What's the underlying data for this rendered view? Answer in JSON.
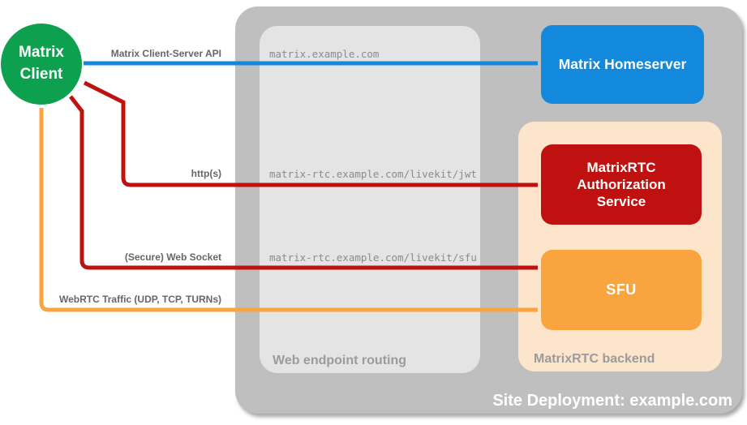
{
  "colors": {
    "green": "#0da14f",
    "blue": "#1289dc",
    "red": "#c01111",
    "orange": "#f9a43e",
    "peach": "#fce5cb",
    "outer_gray": "#bfbfbf",
    "inner_gray": "#e4e4e4",
    "edge_label": "#666666",
    "route_text": "#8b8b8b",
    "container_label": "#9b9b9b",
    "node_text": "#ffffff"
  },
  "nodes": {
    "client": {
      "label": "Matrix Client"
    },
    "homeserver": {
      "label": "Matrix Homeserver"
    },
    "auth": {
      "label": "MatrixRTC Authorization Service"
    },
    "sfu": {
      "label": "SFU"
    }
  },
  "containers": {
    "site": {
      "label": "Site Deployment: example.com"
    },
    "routing": {
      "label": "Web endpoint routing"
    },
    "backend": {
      "label": "MatrixRTC backend"
    }
  },
  "edges": {
    "api": {
      "label": "Matrix Client-Server API",
      "route": "matrix.example.com"
    },
    "http": {
      "label": "http(s)",
      "route": "matrix-rtc.example.com/livekit/jwt"
    },
    "ws": {
      "label": "(Secure) Web Socket",
      "route": "matrix-rtc.example.com/livekit/sfu"
    },
    "webrtc": {
      "label": "WebRTC Traffic (UDP, TCP, TURNs)"
    }
  }
}
